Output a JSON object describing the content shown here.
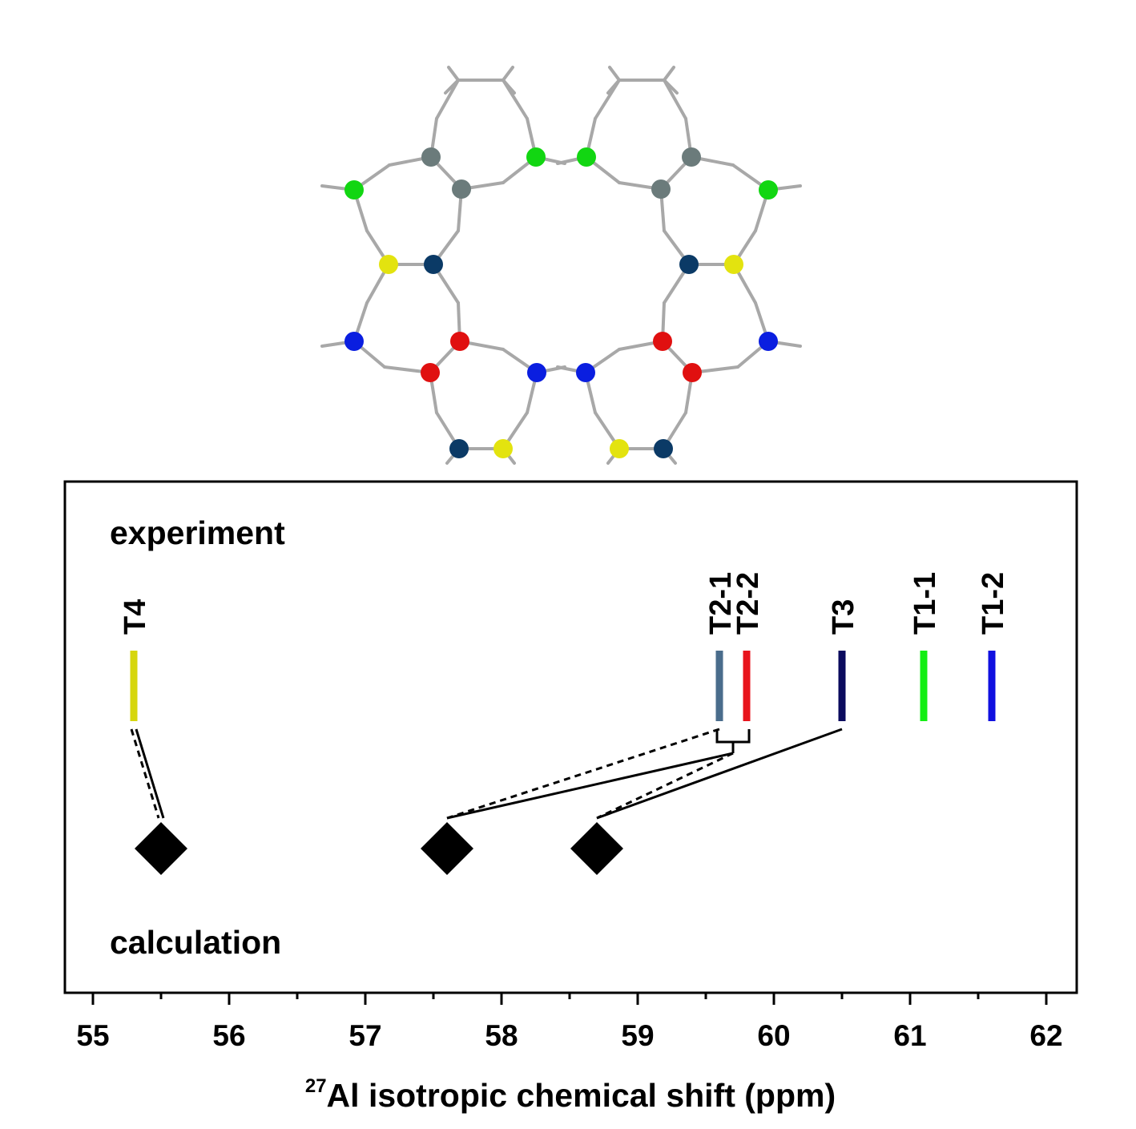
{
  "chart_data": {
    "type": "scatter",
    "xlabel_sup": "27",
    "xlabel": "Al isotropic chemical shift (ppm)",
    "xlim": [
      54.8,
      62.2
    ],
    "xticks": [
      "55",
      "56",
      "57",
      "58",
      "59",
      "60",
      "61",
      "62"
    ],
    "xtick_values": [
      55,
      56,
      57,
      58,
      59,
      60,
      61,
      62
    ],
    "minor_tick_values": [
      55.5,
      56.5,
      57.5,
      58.5,
      59.5,
      60.5,
      61.5
    ],
    "experiment_label": "experiment",
    "calculation_label": "calculation",
    "experiment": [
      {
        "site": "T4",
        "shift": 55.3,
        "color": "#d6d60e"
      },
      {
        "site": "T2-1",
        "shift": 59.6,
        "color": "#4a6d8c"
      },
      {
        "site": "T2-2",
        "shift": 59.8,
        "color": "#e8141c"
      },
      {
        "site": "T3",
        "shift": 60.5,
        "color": "#0b0b5e"
      },
      {
        "site": "T1-1",
        "shift": 61.1,
        "color": "#14ee14"
      },
      {
        "site": "T1-2",
        "shift": 61.6,
        "color": "#1010e0"
      }
    ],
    "calculation": [
      55.5,
      57.6,
      58.7
    ],
    "connectors": [
      {
        "from": 55.3,
        "to": 55.5,
        "style": "dashed"
      },
      {
        "from": 55.3,
        "to": 55.5,
        "style": "solid"
      },
      {
        "from": 59.6,
        "to": 57.6,
        "style": "dashed"
      },
      {
        "from": 59.7,
        "to": 57.6,
        "style": "solid"
      },
      {
        "from": 59.7,
        "to": 58.7,
        "style": "dashed"
      },
      {
        "from": 60.5,
        "to": 58.7,
        "style": "solid"
      }
    ]
  },
  "structure": {
    "description_icon": "zeolite-ring-structure",
    "atom_colors": {
      "gray": "#6b7b7b",
      "green": "#12d612",
      "navy": "#0b3a66",
      "yellow": "#e3e30f",
      "blue": "#0a1ee0",
      "red": "#e01010"
    }
  }
}
